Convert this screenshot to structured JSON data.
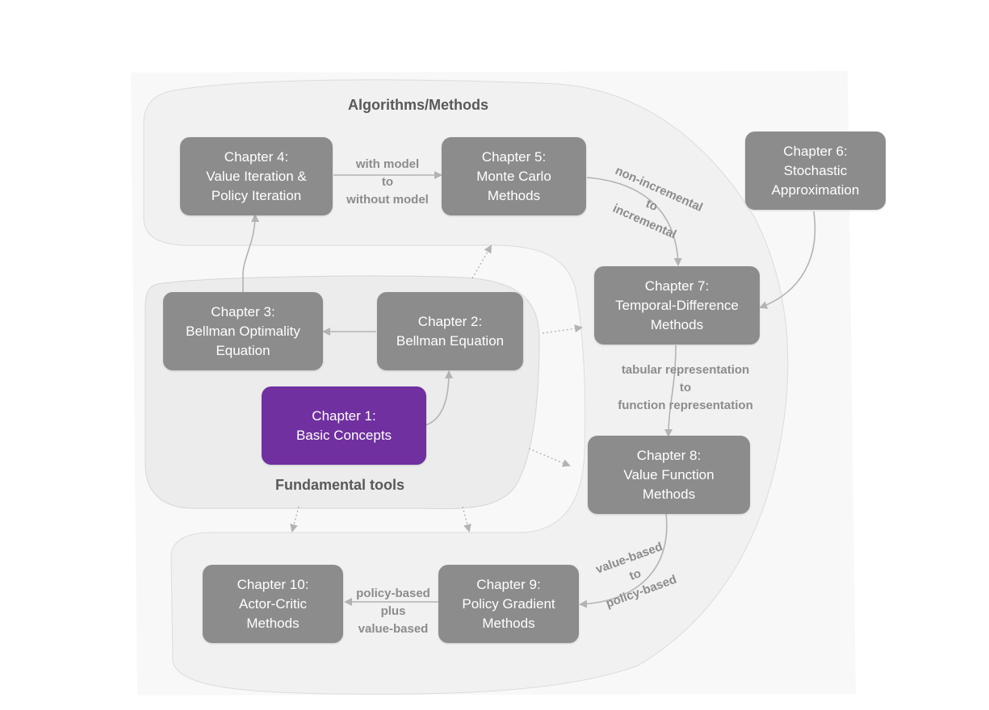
{
  "regions": {
    "algorithms": {
      "title": "Algorithms/Methods"
    },
    "fundamental": {
      "title": "Fundamental tools"
    }
  },
  "nodes": {
    "ch1": {
      "line1": "Chapter 1:",
      "line2": "Basic Concepts",
      "color": "#7030a0"
    },
    "ch2": {
      "line1": "Chapter 2:",
      "line2": "Bellman Equation"
    },
    "ch3": {
      "line1": "Chapter 3:",
      "line2": "Bellman Optimality",
      "line3": "Equation"
    },
    "ch4": {
      "line1": "Chapter 4:",
      "line2": "Value Iteration &",
      "line3": "Policy Iteration"
    },
    "ch5": {
      "line1": "Chapter 5:",
      "line2": "Monte Carlo",
      "line3": "Methods"
    },
    "ch6": {
      "line1": "Chapter 6:",
      "line2": "Stochastic",
      "line3": "Approximation"
    },
    "ch7": {
      "line1": "Chapter 7:",
      "line2": "Temporal-Difference",
      "line3": "Methods"
    },
    "ch8": {
      "line1": "Chapter 8:",
      "line2": "Value Function",
      "line3": "Methods"
    },
    "ch9": {
      "line1": "Chapter 9:",
      "line2": "Policy Gradient",
      "line3": "Methods"
    },
    "ch10": {
      "line1": "Chapter 10:",
      "line2": "Actor-Critic",
      "line3": "Methods"
    }
  },
  "edge_labels": {
    "ch4_ch5": {
      "line1": "with model",
      "line2": "to",
      "line3": "without model"
    },
    "ch5_ch7": {
      "line1": "non-incremental",
      "line2": "to",
      "line3": "incremental"
    },
    "ch7_ch8": {
      "line1": "tabular representation",
      "line2": "to",
      "line3": "function representation"
    },
    "ch8_ch9": {
      "line1": "value-based",
      "line2": "to",
      "line3": "policy-based"
    },
    "ch9_ch10": {
      "line1": "policy-based",
      "line2": "plus",
      "line3": "value-based"
    }
  },
  "colors": {
    "node": "#8c8c8c",
    "highlight": "#7030a0",
    "region": "#f2f2f2",
    "arrow": "#b3b3b3",
    "label": "#8c8c8c"
  }
}
